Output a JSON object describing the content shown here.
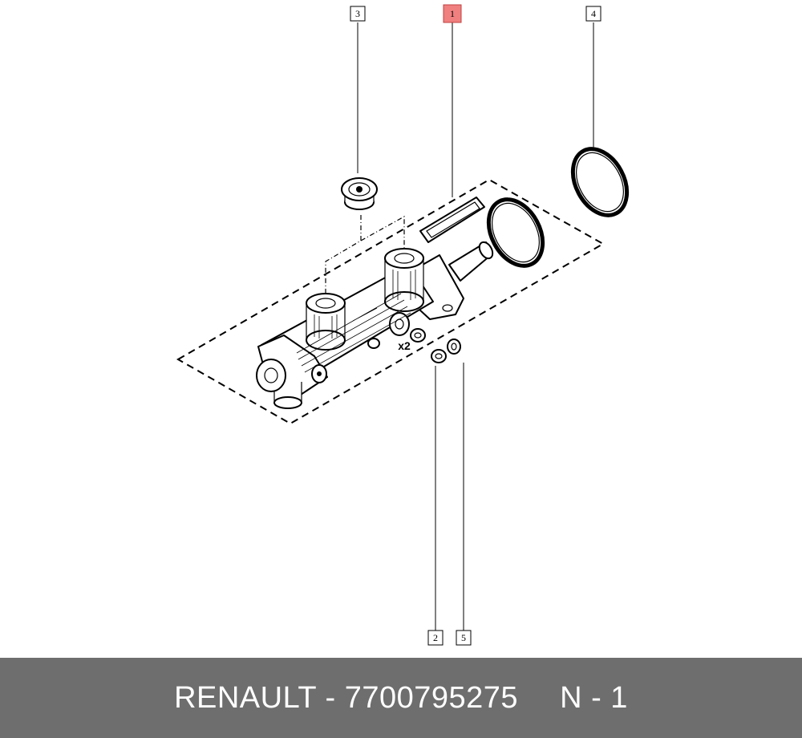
{
  "diagram": {
    "callouts": [
      {
        "label": "1",
        "highlighted": true
      },
      {
        "label": "2",
        "highlighted": false
      },
      {
        "label": "3",
        "highlighted": false
      },
      {
        "label": "4",
        "highlighted": false
      },
      {
        "label": "5",
        "highlighted": false
      }
    ],
    "quantity_note": "x2",
    "highlight_color": "#f08080"
  },
  "footer": {
    "brand": "RENAULT",
    "dash": " - ",
    "part_number": "7700795275",
    "position": "N - 1",
    "background_color": "#6e6e6e"
  }
}
